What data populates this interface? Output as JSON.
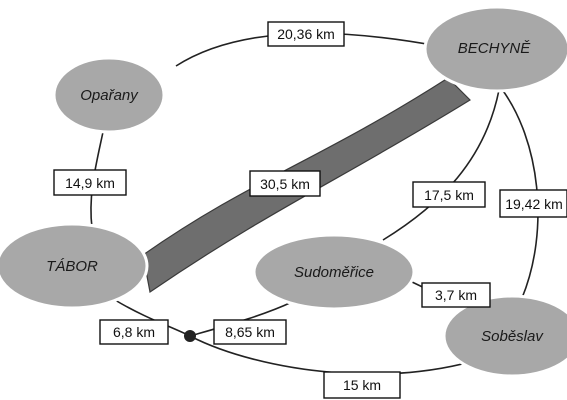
{
  "colors": {
    "node_fill": "#a8a8a8",
    "node_stroke": "#ffffff",
    "road_line": "#222222",
    "highway_fill": "#6e6e6e",
    "highway_edge": "#3a3a3a",
    "label_box": "#ffffff",
    "label_border": "#111111"
  },
  "nodes": {
    "oparany": "Opařany",
    "bechyne": "BECHYNĚ",
    "tabor": "TÁBOR",
    "sudomerice": "Sudoměřice",
    "soběslav": "Soběslav"
  },
  "distances": {
    "oparany_bechyne": "20,36 km",
    "oparany_tabor": "14,9 km",
    "tabor_bechyne": "30,5 km",
    "bechyne_sudomerice": "17,5 km",
    "bechyne_sobeslav": "19,42 km",
    "sudomerice_sobeslav": "3,7 km",
    "tabor_junction": "6,8 km",
    "junction_sudomerice": "8,65 km",
    "junction_sobeslav": "15 km"
  }
}
